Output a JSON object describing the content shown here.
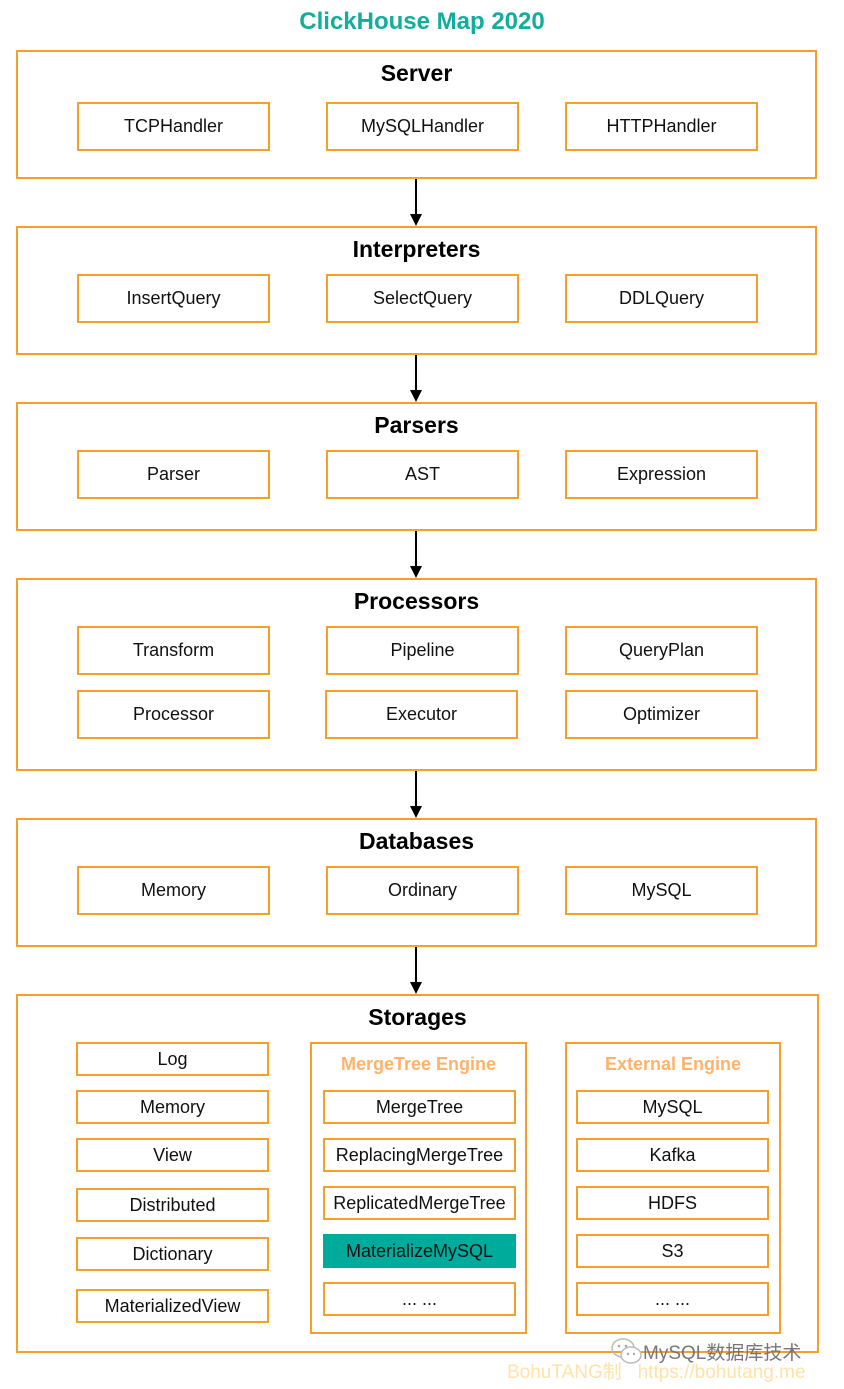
{
  "title": "ClickHouse Map 2020",
  "colors": {
    "title": "#13ad9c",
    "border": "#f5a02a",
    "highlight": "#00ab9c",
    "group_title": "#ffb26b"
  },
  "sections": {
    "server": {
      "title": "Server",
      "items": [
        "TCPHandler",
        "MySQLHandler",
        "HTTPHandler"
      ]
    },
    "interpreters": {
      "title": "Interpreters",
      "items": [
        "InsertQuery",
        "SelectQuery",
        "DDLQuery"
      ]
    },
    "parsers": {
      "title": "Parsers",
      "items": [
        "Parser",
        "AST",
        "Expression"
      ]
    },
    "processors": {
      "title": "Processors",
      "items": [
        "Transform",
        "Pipeline",
        "QueryPlan",
        "Processor",
        "Executor",
        "Optimizer"
      ]
    },
    "databases": {
      "title": "Databases",
      "items": [
        "Memory",
        "Ordinary",
        "MySQL"
      ]
    },
    "storages": {
      "title": "Storages",
      "basic": [
        "Log",
        "Memory",
        "View",
        "Distributed",
        "Dictionary",
        "MaterializedView"
      ],
      "mergetree": {
        "title": "MergeTree Engine",
        "items": [
          "MergeTree",
          "ReplacingMergeTree",
          "ReplicatedMergeTree",
          "MaterializeMySQL",
          "... ..."
        ],
        "highlighted": "MaterializeMySQL"
      },
      "external": {
        "title": "External Engine",
        "items": [
          "MySQL",
          "Kafka",
          "HDFS",
          "S3",
          "... ..."
        ]
      }
    }
  },
  "watermark": {
    "account": "MySQL数据库技术",
    "credit": "BohuTANG制",
    "url": "https://bohutang.me",
    "icon": "wechat-icon"
  }
}
